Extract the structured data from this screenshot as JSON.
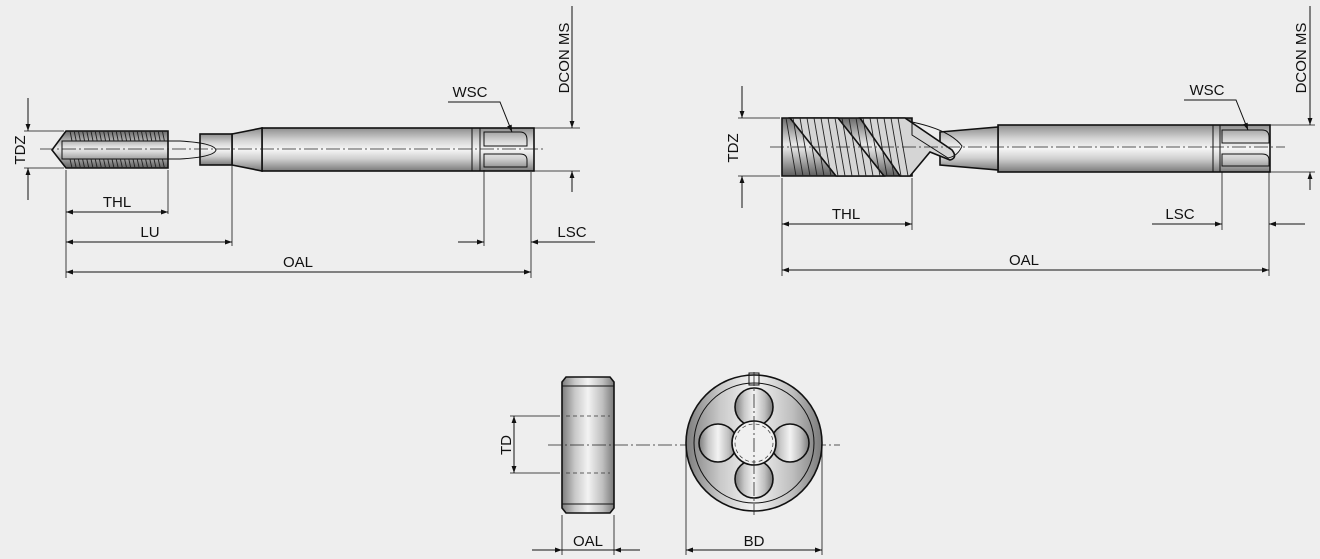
{
  "tap1": {
    "labels": {
      "tdz": "TDZ",
      "thl": "THL",
      "lu": "LU",
      "oal": "OAL",
      "lsc": "LSC",
      "wsc": "WSC",
      "dcon": "DCON MS"
    }
  },
  "tap2": {
    "labels": {
      "tdz": "TDZ",
      "thl": "THL",
      "oal": "OAL",
      "lsc": "LSC",
      "wsc": "WSC",
      "dcon": "DCON MS"
    }
  },
  "die": {
    "labels": {
      "td": "TD",
      "oal": "OAL",
      "bd": "BD"
    }
  },
  "colors": {
    "background": "#eeeeee",
    "line": "#111111",
    "steel_dark": "#8a8a8a",
    "steel_light": "#f4f4f4"
  }
}
